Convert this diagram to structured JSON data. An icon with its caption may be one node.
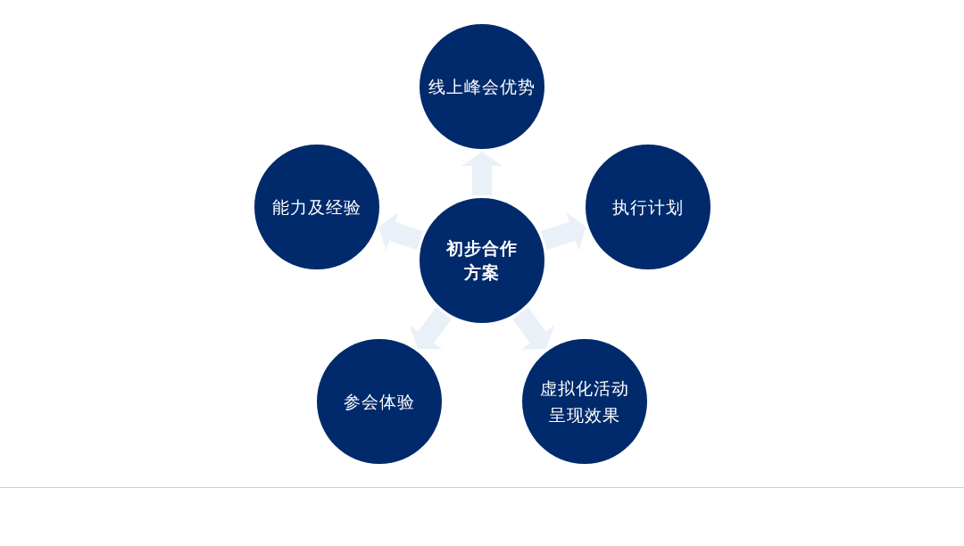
{
  "diagram": {
    "nodes": [
      {
        "text": [
          "初步合作方案"
        ]
      },
      {
        "text": [
          "线上峰会优势"
        ]
      },
      {
        "text": [
          "执行计划"
        ]
      },
      {
        "text": [
          "虚拟化活动呈现效果"
        ]
      },
      {
        "text": [
          "参会体验"
        ]
      },
      {
        "text": [
          "能力及经验"
        ]
      }
    ],
    "edges": [
      {
        "from": 0,
        "to": 1,
        "arrow": "to"
      },
      {
        "from": 0,
        "to": 2,
        "arrow": "to"
      },
      {
        "from": 0,
        "to": 3,
        "arrow": "to"
      },
      {
        "from": 0,
        "to": 4,
        "arrow": "to"
      },
      {
        "from": 0,
        "to": 5,
        "arrow": "to"
      }
    ]
  }
}
